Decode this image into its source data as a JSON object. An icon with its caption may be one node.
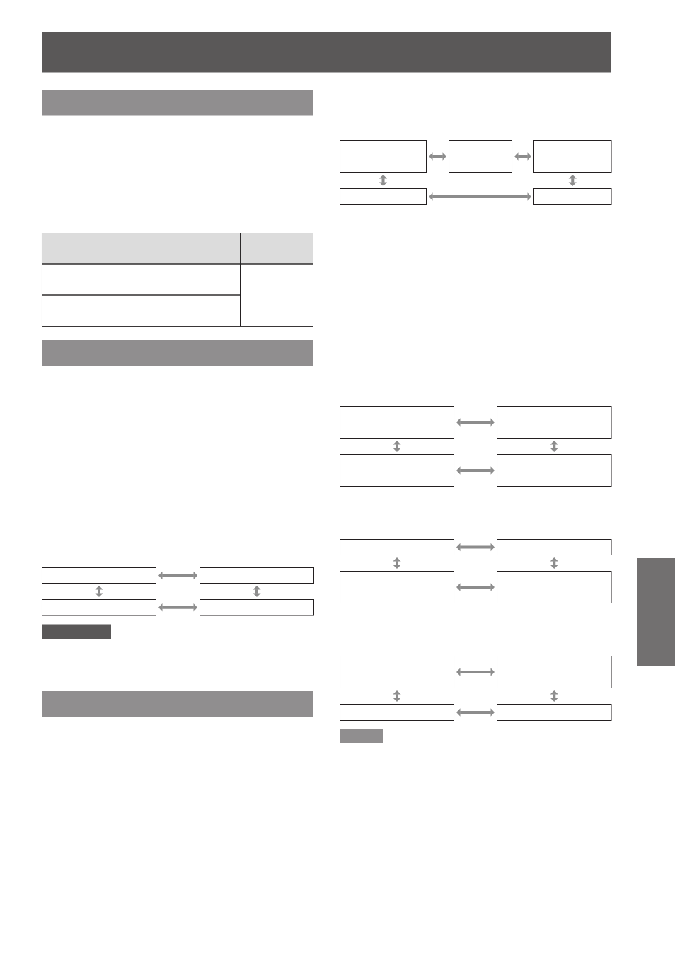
{
  "diagram": {
    "nodes": [
      {
        "text": [],
        "shape": "bar"
      },
      {
        "text": [],
        "shape": "bar"
      },
      {
        "text": [],
        "shape": "bar"
      },
      {
        "text": [],
        "shape": "box"
      },
      {
        "text": [],
        "shape": "box"
      },
      {
        "text": [],
        "shape": "box"
      },
      {
        "text": [],
        "shape": "box"
      },
      {
        "text": [],
        "shape": "bar"
      },
      {
        "text": [],
        "shape": "bar"
      },
      {
        "text": [],
        "shape": "box"
      },
      {
        "text": [],
        "shape": "box"
      },
      {
        "text": [],
        "shape": "box"
      },
      {
        "text": [],
        "shape": "box"
      },
      {
        "text": [],
        "shape": "box"
      },
      {
        "text": [],
        "shape": "box"
      },
      {
        "text": [],
        "shape": "box"
      },
      {
        "text": [],
        "shape": "box"
      },
      {
        "text": [],
        "shape": "box"
      },
      {
        "text": [],
        "shape": "box"
      },
      {
        "text": [],
        "shape": "box"
      },
      {
        "text": [],
        "shape": "box"
      },
      {
        "text": [],
        "shape": "box"
      },
      {
        "text": [],
        "shape": "box"
      },
      {
        "text": [],
        "shape": "box"
      },
      {
        "text": [],
        "shape": "box"
      },
      {
        "text": [],
        "shape": "box"
      },
      {
        "text": [],
        "shape": "bar"
      },
      {
        "text": [],
        "shape": "bar"
      }
    ],
    "edges": [
      {
        "from": 3,
        "to": 4,
        "arrow": "both"
      },
      {
        "from": 3,
        "to": 5,
        "arrow": "both"
      },
      {
        "from": 4,
        "to": 6,
        "arrow": "both"
      },
      {
        "from": 5,
        "to": 6,
        "arrow": "both"
      },
      {
        "from": 9,
        "to": 10,
        "arrow": "both"
      },
      {
        "from": 10,
        "to": 11,
        "arrow": "both"
      },
      {
        "from": 9,
        "to": 12,
        "arrow": "both"
      },
      {
        "from": 11,
        "to": 13,
        "arrow": "both"
      },
      {
        "from": 12,
        "to": 13,
        "arrow": "both"
      },
      {
        "from": 14,
        "to": 15,
        "arrow": "both"
      },
      {
        "from": 14,
        "to": 16,
        "arrow": "both"
      },
      {
        "from": 15,
        "to": 17,
        "arrow": "both"
      },
      {
        "from": 16,
        "to": 17,
        "arrow": "both"
      },
      {
        "from": 18,
        "to": 19,
        "arrow": "both"
      },
      {
        "from": 18,
        "to": 20,
        "arrow": "both"
      },
      {
        "from": 19,
        "to": 21,
        "arrow": "both"
      },
      {
        "from": 20,
        "to": 21,
        "arrow": "both"
      },
      {
        "from": 22,
        "to": 23,
        "arrow": "both"
      },
      {
        "from": 22,
        "to": 24,
        "arrow": "both"
      },
      {
        "from": 23,
        "to": 25,
        "arrow": "both"
      },
      {
        "from": 24,
        "to": 25,
        "arrow": "both"
      }
    ]
  }
}
